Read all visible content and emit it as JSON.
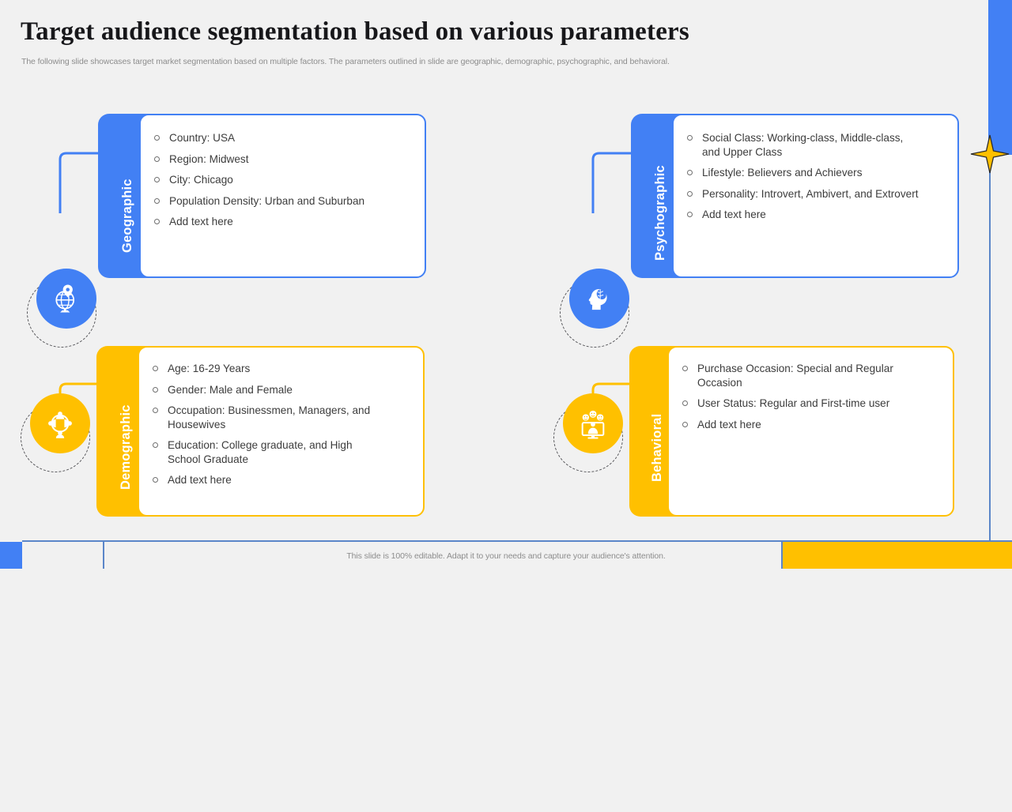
{
  "header": {
    "title": "Target audience segmentation based on various parameters",
    "subtitle": "The following slide showcases target market segmentation based on multiple factors. The parameters outlined in slide are geographic, demographic, psychographic, and behavioral."
  },
  "footer": {
    "note": "This slide is 100% editable. Adapt it to your needs and capture your audience's attention."
  },
  "colors": {
    "blue": "#4280f4",
    "yellow": "#ffc000",
    "background": "#f1f1f1",
    "card": "#ffffff",
    "text": "#3c3c3c",
    "muted": "#8d8d8d",
    "line": "#5b86c9"
  },
  "cards": [
    {
      "id": "geographic",
      "label": "Geographic",
      "color": "#4280f4",
      "icon": "globe-pin-icon",
      "bullets": [
        "Country:  USA",
        "Region: Midwest",
        "City: Chicago",
        "Population Density: Urban and Suburban",
        "Add text here"
      ]
    },
    {
      "id": "psychographic",
      "label": "Psychographic",
      "color": "#4280f4",
      "icon": "brain-head-icon",
      "bullets": [
        "Social Class: Working-class, Middle-class, and Upper Class",
        "Lifestyle: Believers and Achievers",
        "Personality: Introvert,  Ambivert, and Extrovert",
        "Add text here"
      ]
    },
    {
      "id": "demographic",
      "label": "Demographic",
      "color": "#ffc000",
      "icon": "people-network-icon",
      "bullets": [
        "Age: 16-29 Years",
        "Gender: Male and Female",
        "Occupation: Businessmen, Managers, and Housewives",
        "Education: College graduate, and High School Graduate",
        "Add text here"
      ]
    },
    {
      "id": "behavioral",
      "label": "Behavioral",
      "color": "#ffc000",
      "icon": "user-feedback-icon",
      "bullets": [
        "Purchase Occasion: Special and Regular Occasion",
        "User Status: Regular and First-time user",
        "Add text here"
      ]
    }
  ],
  "decorations": {
    "star": "four-point-star",
    "star_color": "#ffc000",
    "accent_rect_color": "#4280f4",
    "accent_bar_color": "#ffc000"
  }
}
